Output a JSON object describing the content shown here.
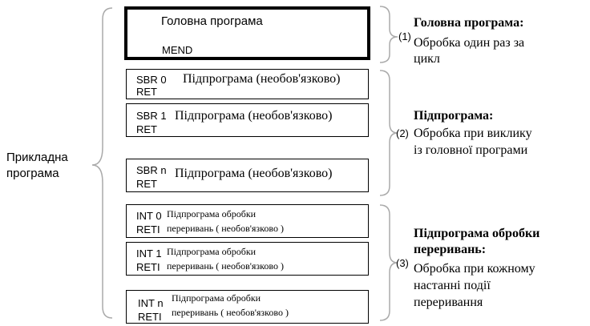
{
  "app_label": "Прикладна програма",
  "main_block": {
    "title": "Головна програма",
    "end": "MEND",
    "number": "(1)",
    "desc_title": "Головна програма:",
    "desc_line1": "Обробка один раз за",
    "desc_line2": "цикл"
  },
  "subroutines": {
    "number": "(2)",
    "items": [
      {
        "label": "SBR 0",
        "ret": "RET",
        "text": "Підпрограма (необов'язково)"
      },
      {
        "label": "SBR 1",
        "ret": "RET",
        "text": "Підпрограма (необов'язково)"
      },
      {
        "label": "SBR n",
        "ret": "RET",
        "text": "Підпрограма (необов'язково)"
      }
    ],
    "desc_title": "Підпрограма:",
    "desc_line1": "Обробка при виклику",
    "desc_line2": "із головної програми"
  },
  "interrupts": {
    "number": "(3)",
    "items": [
      {
        "label": "INT 0",
        "ret": "RETI",
        "text1": "Підпрограма обробки",
        "text2": "переривань ( необов'язково )"
      },
      {
        "label": "INT 1",
        "ret": "RETI",
        "text1": "Підпрограма обробки",
        "text2": "переривань ( необов'язково )"
      },
      {
        "label": "INT n",
        "ret": "RETI",
        "text1": "Підпрограма обробки",
        "text2": "переривань ( необов'язково )"
      }
    ],
    "desc_title1": "Підпрограма обробки",
    "desc_title2": "переривань:",
    "desc_line1": "Обробка при кожному",
    "desc_line2": "настанні події",
    "desc_line3": "переривання"
  }
}
